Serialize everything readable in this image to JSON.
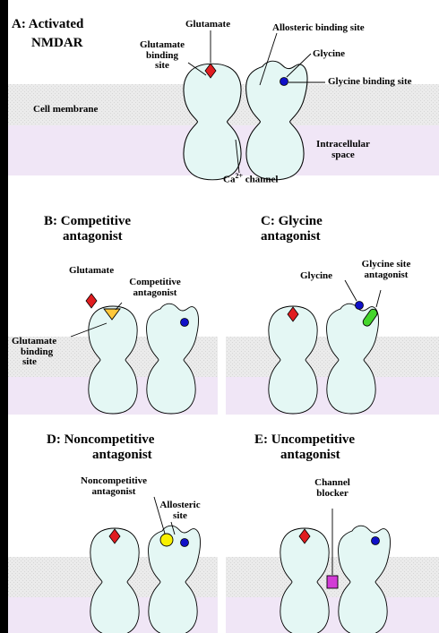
{
  "colors": {
    "receptor_fill": "#e4f7f4",
    "membrane": "#ebebeb",
    "intracellular": "#f0e6f6",
    "glutamate": "#e01d20",
    "glycine": "#1010c8",
    "competitive_antagonist": "#ffc83c",
    "glycine_site_antagonist": "#44d62c",
    "noncompetitive_antagonist": "#f8f000",
    "channel_blocker": "#d23cd6"
  },
  "panel_a": {
    "title_line1": "A: Activated",
    "title_line2": "NMDAR",
    "glutamate": "Glutamate",
    "glutamate_site_l1": "Glutamate",
    "glutamate_site_l2": "binding",
    "glutamate_site_l3": "site",
    "allosteric_site": "Allosteric binding site",
    "glycine": "Glycine",
    "glycine_site": "Glycine binding site",
    "cell_membrane": "Cell membrane",
    "intracellular_l1": "Intracellular",
    "intracellular_l2": "space",
    "ca_prefix": "Ca",
    "ca_sup": "2+",
    "ca_suffix": " channel"
  },
  "panel_b": {
    "title_line1": "B: Competitive",
    "title_line2": "antagonist",
    "glutamate": "Glutamate",
    "antagonist_l1": "Competitive",
    "antagonist_l2": "antagonist",
    "site_l1": "Glutamate",
    "site_l2": "binding",
    "site_l3": "site"
  },
  "panel_c": {
    "title_line1": "C: Glycine",
    "title_line2": "antagonist",
    "glycine": "Glycine",
    "antagonist_l1": "Glycine site",
    "antagonist_l2": "antagonist"
  },
  "panel_d": {
    "title_line1": "D: Noncompetitive",
    "title_line2": "antagonist",
    "antagonist_l1": "Noncompetitive",
    "antagonist_l2": "antagonist",
    "allosteric_l1": "Allosteric",
    "allosteric_l2": "site"
  },
  "panel_e": {
    "title_line1": "E: Uncompetitive",
    "title_line2": "antagonist",
    "blocker_l1": "Channel",
    "blocker_l2": "blocker"
  }
}
